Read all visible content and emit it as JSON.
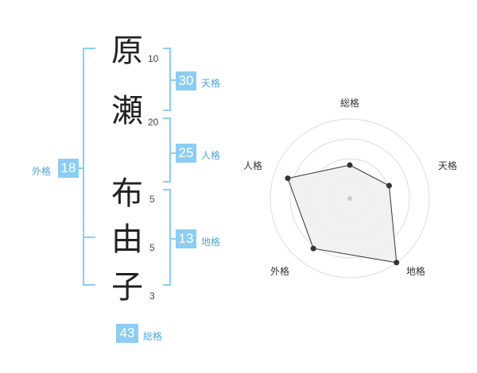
{
  "name": {
    "chars": [
      {
        "char": "原",
        "strokes": "10"
      },
      {
        "char": "瀬",
        "strokes": "20"
      },
      {
        "char": "布",
        "strokes": "5"
      },
      {
        "char": "由",
        "strokes": "5"
      },
      {
        "char": "子",
        "strokes": "3"
      }
    ]
  },
  "kakusu": {
    "tenkaku": {
      "value": "30",
      "label": "天格"
    },
    "jinkaku": {
      "value": "25",
      "label": "人格"
    },
    "chikaku": {
      "value": "13",
      "label": "地格"
    },
    "gaikaku": {
      "value": "18",
      "label": "外格"
    },
    "soukaku": {
      "value": "43",
      "label": "総格"
    }
  },
  "radar": {
    "axes": [
      "総格",
      "天格",
      "地格",
      "外格",
      "人格"
    ],
    "values": [
      0.42,
      0.52,
      1.0,
      0.78,
      0.82
    ],
    "max": 1.0,
    "rings": 4,
    "fill_color": "#efefef",
    "line_color": "#333333",
    "ring_color": "#dddddd"
  },
  "colors": {
    "accent": "#8ccdf2",
    "accent_text": "#4fa6d6"
  }
}
